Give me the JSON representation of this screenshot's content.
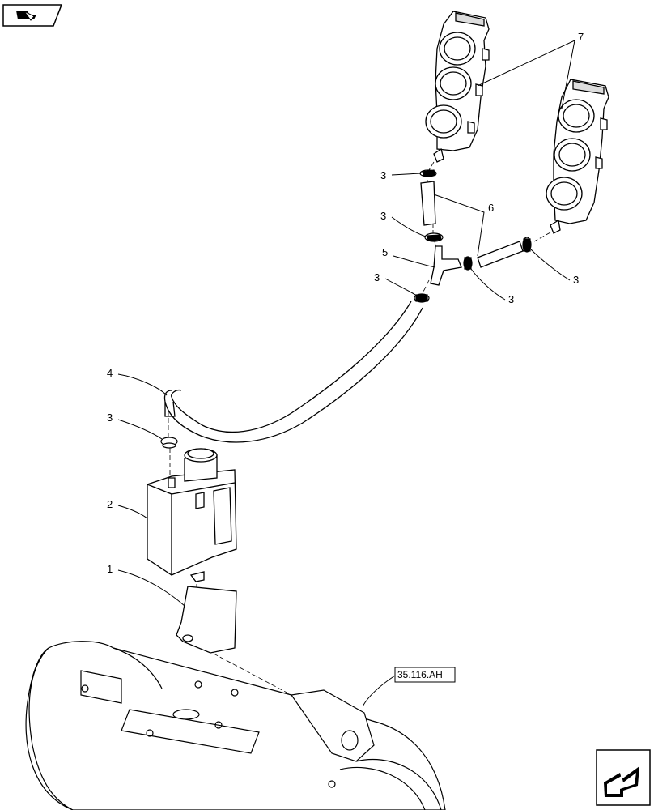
{
  "diagram": {
    "callouts": {
      "c1": "1",
      "c2": "2",
      "c3a": "3",
      "c3b": "3",
      "c3c": "3",
      "c3d": "3",
      "c3e": "3",
      "c3f": "3",
      "c4": "4",
      "c5": "5",
      "c6": "6",
      "c7": "7"
    },
    "reference_label": "35.116.AH",
    "icons": {
      "top_left": "illustration-tag-icon",
      "bottom_right": "next-page-arrow-icon"
    }
  }
}
